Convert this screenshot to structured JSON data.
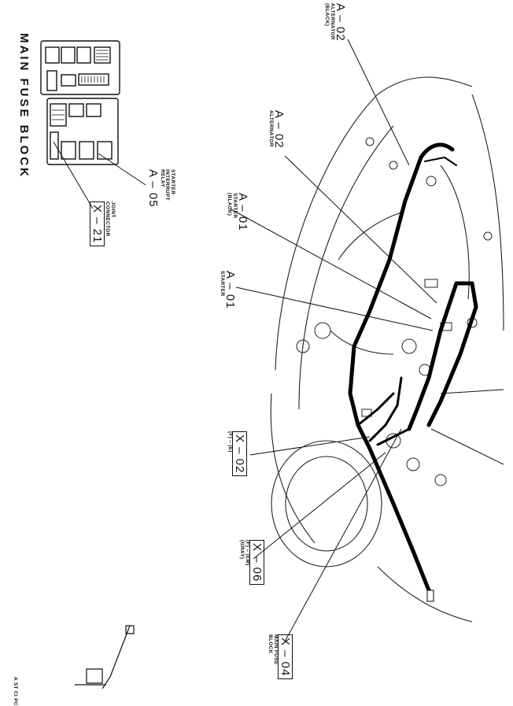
{
  "title": "MAIN FUSE BLOCK",
  "callouts": {
    "a02_top": {
      "code": "A – 02",
      "lines": [
        "ALTERNATOR",
        "(BLACK)"
      ]
    },
    "a02_mid": {
      "code": "A – 02",
      "lines": [
        "ALTERNATOR"
      ]
    },
    "a01_black": {
      "code": "A – 01",
      "lines": [
        "STARTER",
        "(BLACK)"
      ]
    },
    "a01": {
      "code": "A – 01",
      "lines": [
        "STARTER"
      ]
    },
    "a05": {
      "code": "A – 05",
      "lines": [
        "STARTER",
        "INTERRUPT",
        "RELAY"
      ]
    },
    "x21": {
      "code": "X – 21",
      "lines": [
        "JOINT",
        "CONNECTOR"
      ]
    },
    "x02": {
      "code": "X – 02",
      "lines": [
        "(F) – (E)"
      ]
    },
    "x06": {
      "code": "X – 06",
      "lines": [
        "(F) – (EM)",
        "(GRAY)"
      ]
    },
    "x04": {
      "code": "X – 04",
      "lines": [
        "MAIN FUSE",
        "BLOCK"
      ]
    }
  },
  "edge_fragments": [
    "A",
    "ST",
    "CI",
    "PC"
  ]
}
